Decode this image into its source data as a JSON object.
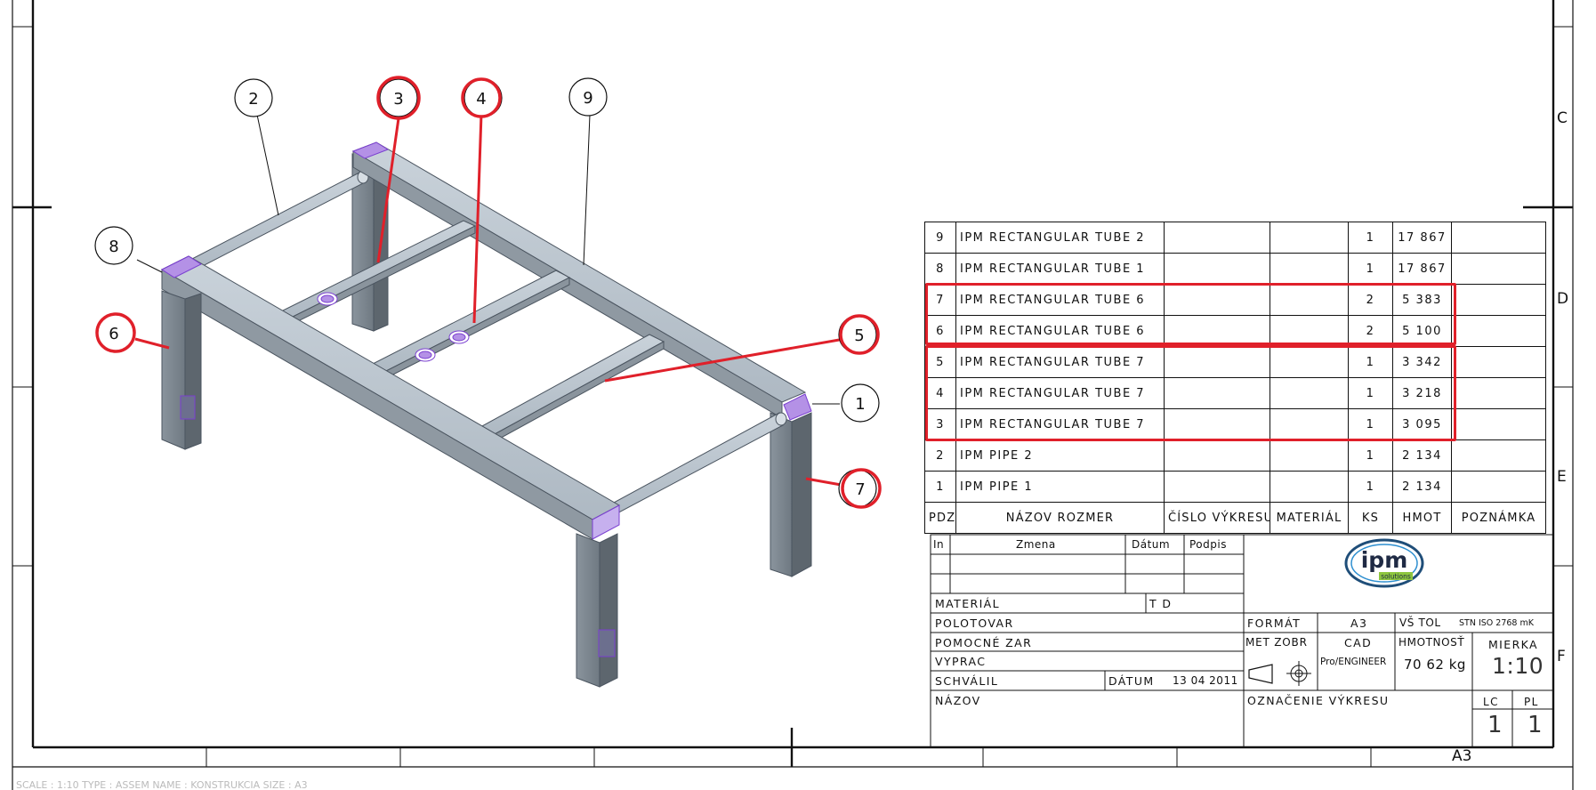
{
  "drawing": {
    "zone_letters_right": [
      "C",
      "D",
      "E",
      "F"
    ],
    "sheet_size_label": "A3",
    "status_bar": "SCALE : 1:10    TYPE : ASSEM    NAME : KONSTRUKCIA    SIZE : A3"
  },
  "balloons": [
    {
      "id": "2",
      "highlighted": false
    },
    {
      "id": "3",
      "highlighted": true
    },
    {
      "id": "4",
      "highlighted": true
    },
    {
      "id": "9",
      "highlighted": false
    },
    {
      "id": "8",
      "highlighted": false
    },
    {
      "id": "6",
      "highlighted": true
    },
    {
      "id": "5",
      "highlighted": true
    },
    {
      "id": "1",
      "highlighted": false
    },
    {
      "id": "7",
      "highlighted": true
    }
  ],
  "bom": {
    "headers": [
      "PDZ",
      "NÁZOV  ROZMER",
      "ČÍSLO VÝKRESU",
      "MATERIÁL",
      "KS",
      "HMOT",
      "POZNÁMKA"
    ],
    "rows": [
      {
        "pos": "9",
        "name": "IPM  RECTANGULAR  TUBE  2",
        "drawing": "",
        "material": "",
        "qty": "1",
        "mass": "17 867",
        "note": ""
      },
      {
        "pos": "8",
        "name": "IPM  RECTANGULAR  TUBE  1",
        "drawing": "",
        "material": "",
        "qty": "1",
        "mass": "17 867",
        "note": ""
      },
      {
        "pos": "7",
        "name": "IPM  RECTANGULAR  TUBE  6",
        "drawing": "",
        "material": "",
        "qty": "2",
        "mass": "5 383",
        "note": ""
      },
      {
        "pos": "6",
        "name": "IPM  RECTANGULAR  TUBE  6",
        "drawing": "",
        "material": "",
        "qty": "2",
        "mass": "5 100",
        "note": ""
      },
      {
        "pos": "5",
        "name": "IPM  RECTANGULAR  TUBE  7",
        "drawing": "",
        "material": "",
        "qty": "1",
        "mass": "3 342",
        "note": ""
      },
      {
        "pos": "4",
        "name": "IPM  RECTANGULAR  TUBE  7",
        "drawing": "",
        "material": "",
        "qty": "1",
        "mass": "3 218",
        "note": ""
      },
      {
        "pos": "3",
        "name": "IPM  RECTANGULAR  TUBE  7",
        "drawing": "",
        "material": "",
        "qty": "1",
        "mass": "3 095",
        "note": ""
      },
      {
        "pos": "2",
        "name": "IPM  PIPE  2",
        "drawing": "",
        "material": "",
        "qty": "1",
        "mass": "2 134",
        "note": ""
      },
      {
        "pos": "1",
        "name": "IPM  PIPE  1",
        "drawing": "",
        "material": "",
        "qty": "1",
        "mass": "2 134",
        "note": ""
      }
    ]
  },
  "title_block": {
    "rev_headers": {
      "index": "In",
      "change": "Zmena",
      "date": "Dátum",
      "signature": "Podpis"
    },
    "material_label": "MATERIÁL",
    "td_label": "T D",
    "blank_label": "POLOTOVAR",
    "aux_label": "POMOCNÉ ZAR",
    "drawn_label": "VYPRAC",
    "approved_label": "SCHVÁLIL",
    "date_label": "DÁTUM",
    "date_value": "13 04 2011",
    "name_label": "NÁZOV",
    "format_label": "FORMÁT",
    "format_value": "A3",
    "tolerance_label": "VŠ TOL",
    "tolerance_value": "STN ISO 2768 mK",
    "projection_label": "MET ZOBR",
    "cad_label": "CAD",
    "cad_value": "Pro/ENGINEER",
    "mass_label": "HMOTNOSŤ",
    "mass_value": "70 62 kg",
    "scale_label": "MIERKA",
    "scale_value": "1:10",
    "drawing_no_label": "OZNAČENIE VÝKRESU",
    "sheets_label": "LC",
    "sheets_value": "1",
    "sheet_label": "PL",
    "sheet_value": "1",
    "logo_text": "ipm",
    "logo_subtext": "solutions"
  }
}
